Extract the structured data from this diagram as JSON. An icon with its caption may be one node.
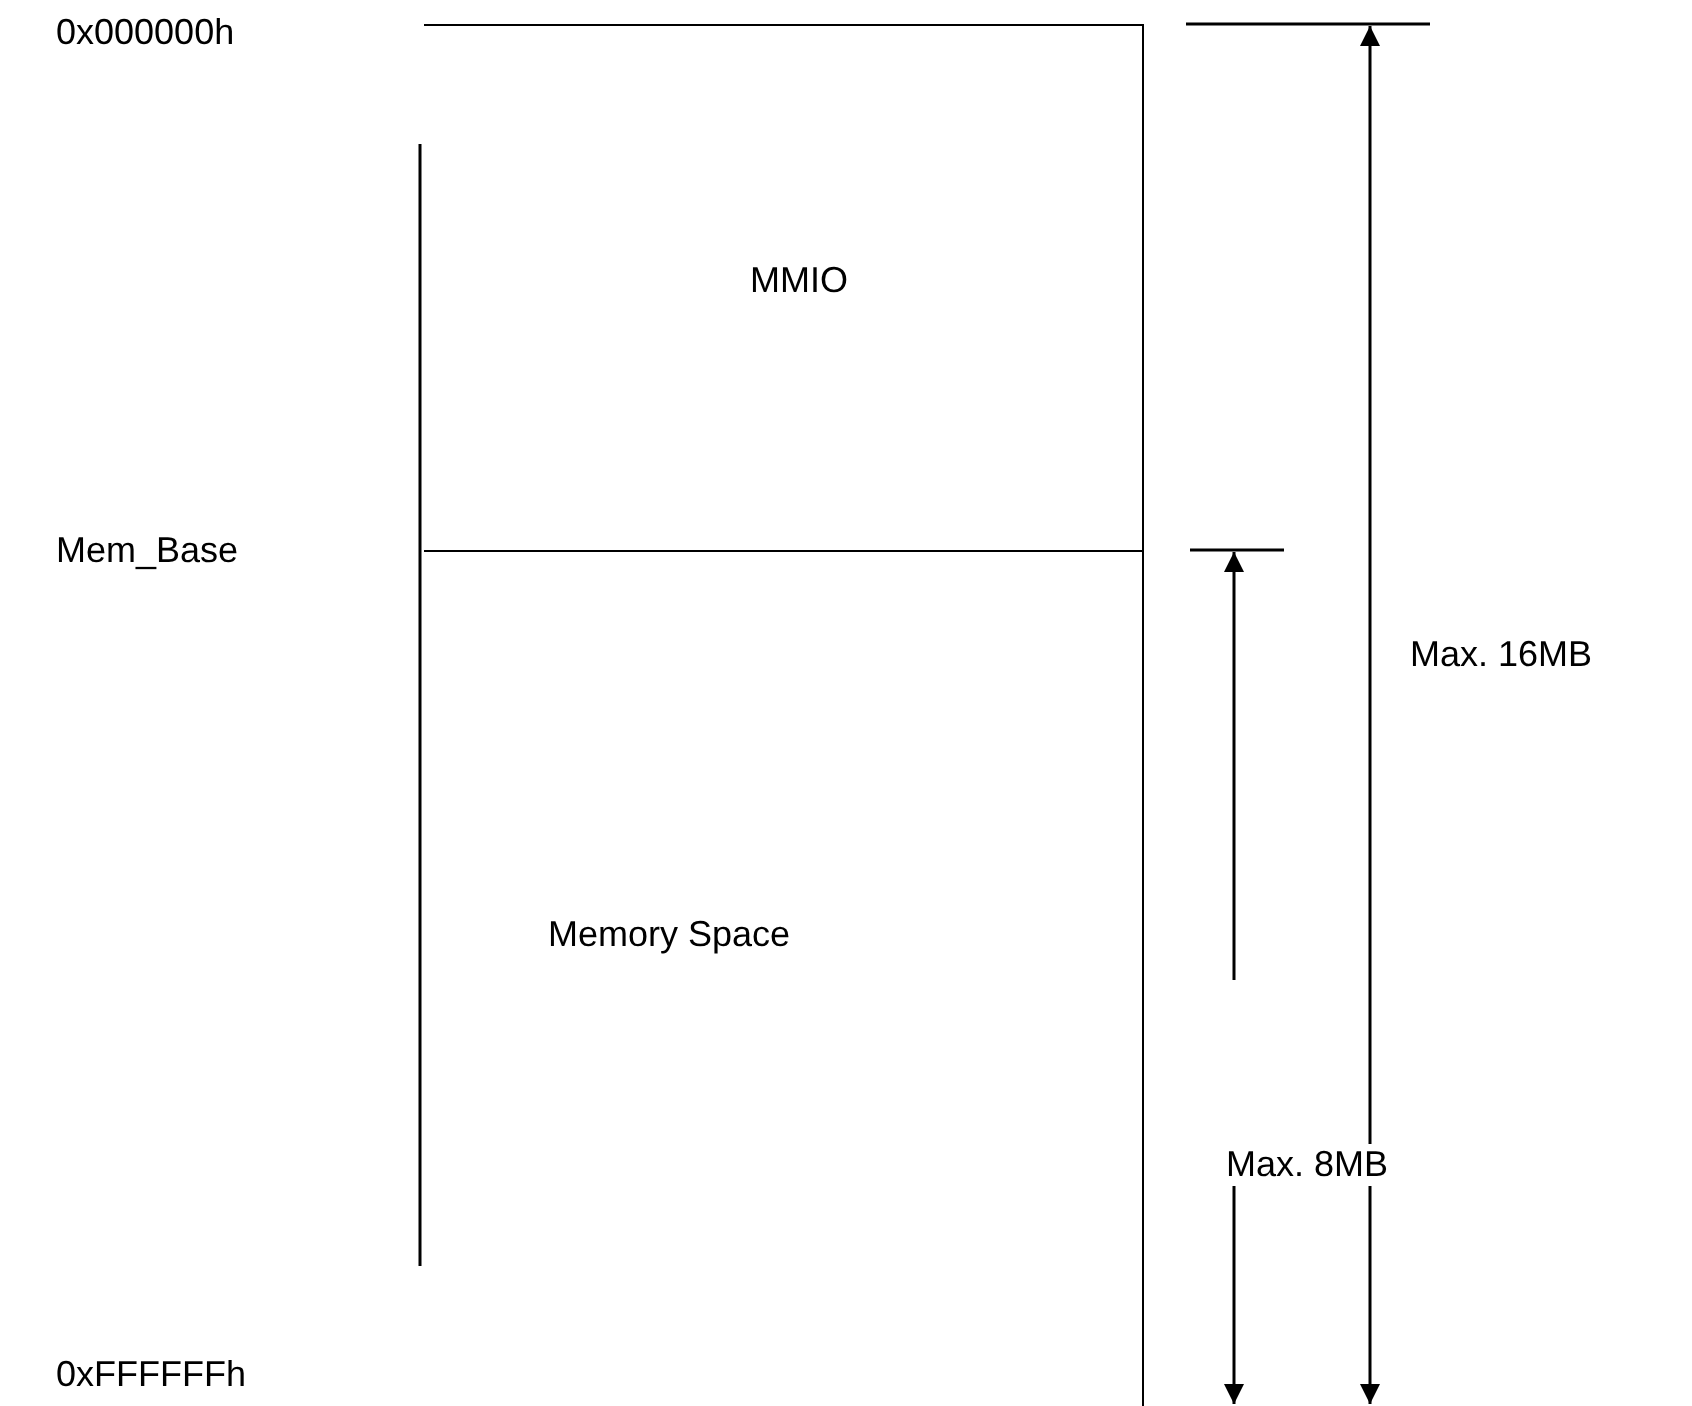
{
  "diagram": {
    "nodes": [
      {
        "text": [
          "MMIO"
        ]
      },
      {
        "text": [
          "Memory Space"
        ]
      }
    ],
    "labels": [
      "0x000000h",
      "Mem_Base",
      "Max. 16MB",
      "Max. 8MB",
      "0xFFFFFFh"
    ]
  }
}
